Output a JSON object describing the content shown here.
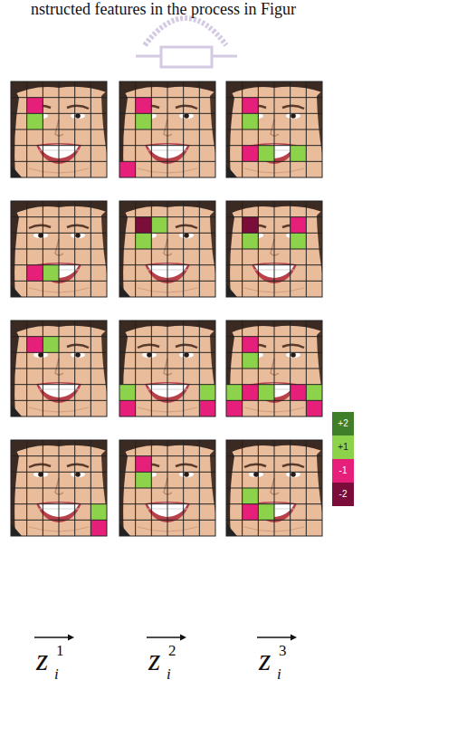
{
  "diagram": {
    "labels": [
      "nstructed features in the process in Figur",
      "z",
      "1",
      "i",
      "z",
      "2",
      "i",
      "z",
      "3",
      "i"
    ],
    "legend": [
      {
        "text": "+2",
        "color": "#3f7f2a"
      },
      {
        "text": "+1",
        "color": "#8cd24a"
      },
      {
        "text": "-1",
        "color": "#e6207a"
      },
      {
        "text": "-2",
        "color": "#7a0d3a"
      }
    ]
  }
}
